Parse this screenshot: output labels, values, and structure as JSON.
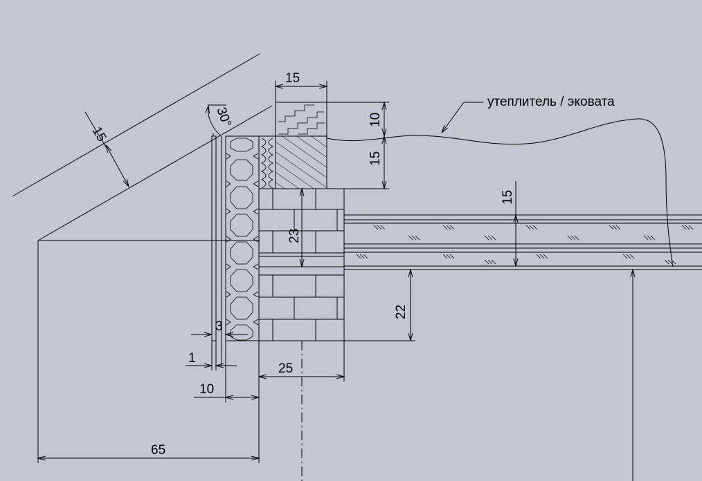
{
  "labels": {
    "insulation": "утеплитель / эковата"
  },
  "dimensions": {
    "roof_thickness": "15",
    "roof_angle": "30°",
    "beam_width": "15",
    "block_height": "10",
    "beam_height": "15",
    "brick_height": "23",
    "slab_thickness": "15",
    "slab_offset": "22",
    "panel_gap": "3",
    "sheet_thickness": "1",
    "panel_thickness": "10",
    "wall_width": "25",
    "overhang": "65"
  },
  "colors": {
    "background": "#c3c7d1",
    "line": "#000000"
  }
}
